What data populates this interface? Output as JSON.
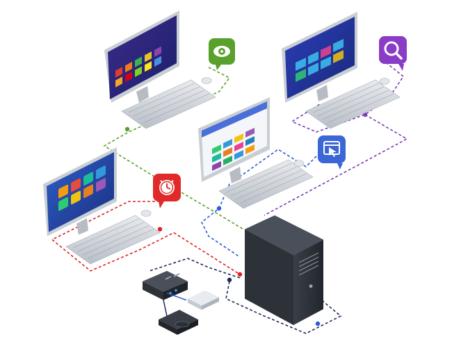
{
  "scene": {
    "description_free": true,
    "workstations": [
      {
        "id": "ws-top-left",
        "screen_theme": "colorful-tiles",
        "link_color": "#5aa02c",
        "badge_icon": "eye-icon",
        "badge_color": "#5aa02c"
      },
      {
        "id": "ws-top-right",
        "screen_theme": "blue-tiles",
        "link_color": "#7a3db8",
        "badge_icon": "search-icon",
        "badge_color": "#8a3cc7"
      },
      {
        "id": "ws-center",
        "screen_theme": "color-grid",
        "link_color": "#2a5bd7",
        "badge_icon": "cursor-window-icon",
        "badge_color": "#3a66d6"
      },
      {
        "id": "ws-left",
        "screen_theme": "app-icons",
        "link_color": "#e02020",
        "badge_icon": "clock-icon",
        "badge_color": "#e02a2a"
      }
    ],
    "server": {
      "id": "server-tower",
      "color": "#2b2f36"
    },
    "peripherals": [
      "router-box",
      "external-drive",
      "optical-drive"
    ],
    "colors": {
      "green": "#5aa02c",
      "purple": "#7a3db8",
      "blue": "#2a5bd7",
      "red": "#e02020",
      "navy": "#1c2a5a"
    }
  }
}
